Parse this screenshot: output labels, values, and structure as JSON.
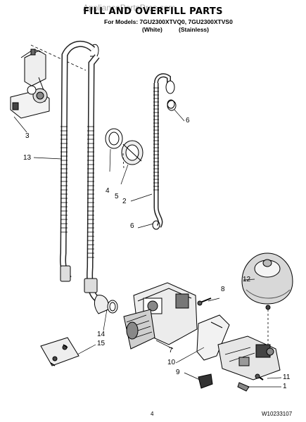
{
  "header": {
    "title": "FILL AND OVERFILL PARTS",
    "watermark": "AppliancePartsPros.com",
    "models_line": "For Models: 7GU2300XTVQ0, 7GU2300XTVS0",
    "variant_white": "(White)",
    "variant_stainless": "(Stainless)"
  },
  "callouts": [
    {
      "id": "c3",
      "label": "3"
    },
    {
      "id": "c13",
      "label": "13"
    },
    {
      "id": "c4",
      "label": "4"
    },
    {
      "id": "c5",
      "label": "5"
    },
    {
      "id": "c6a",
      "label": "6"
    },
    {
      "id": "c2",
      "label": "2"
    },
    {
      "id": "c6b",
      "label": "6"
    },
    {
      "id": "c12",
      "label": "12"
    },
    {
      "id": "c8",
      "label": "8"
    },
    {
      "id": "c7",
      "label": "7"
    },
    {
      "id": "c10",
      "label": "10"
    },
    {
      "id": "c14",
      "label": "14"
    },
    {
      "id": "c15",
      "label": "15"
    },
    {
      "id": "c9",
      "label": "9"
    },
    {
      "id": "c11",
      "label": "11"
    },
    {
      "id": "c1",
      "label": "1"
    }
  ],
  "footer": {
    "page_number": "4",
    "document_code": "W10233107"
  }
}
